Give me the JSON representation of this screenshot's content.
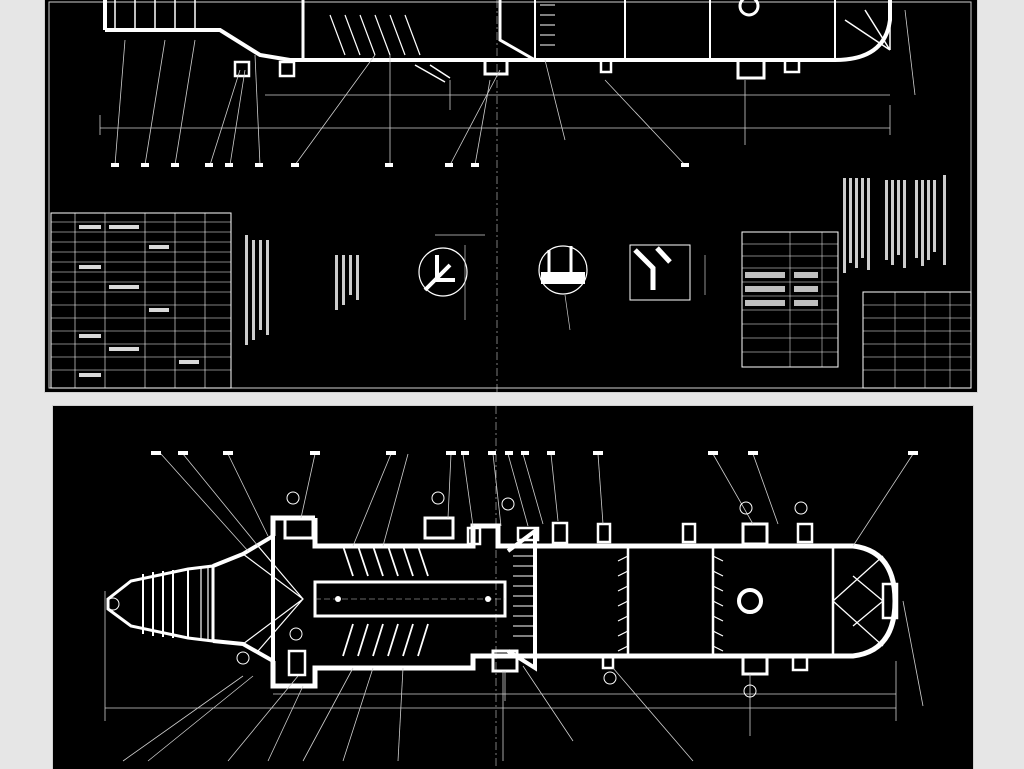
{
  "view": {
    "sheets": [
      {
        "name": "upper-drawing-sheet",
        "theme": "cad-black"
      },
      {
        "name": "lower-drawing-sheet",
        "theme": "cad-black"
      }
    ]
  },
  "colors": {
    "page_background": "#e6e6e6",
    "sheet_background": "#000000",
    "linework": "#ffffff"
  },
  "icons": [
    "watermark-icon"
  ]
}
